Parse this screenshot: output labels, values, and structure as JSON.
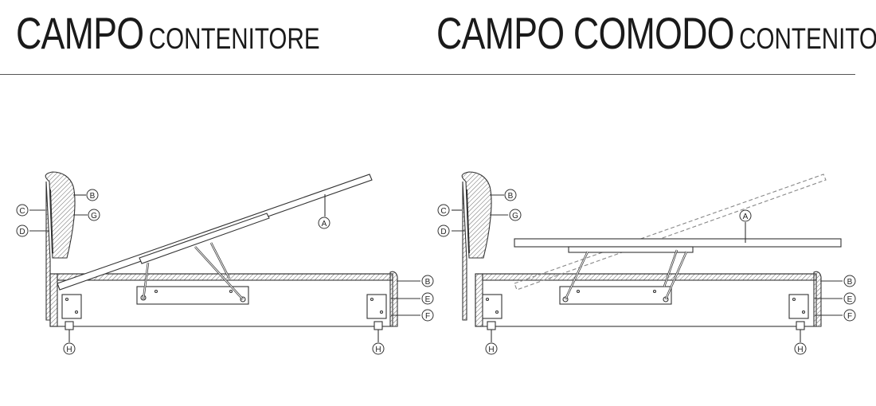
{
  "titles": {
    "left": {
      "main": "CAMPO",
      "sub": "CONTENITORE"
    },
    "right": {
      "main": "CAMPO COMODO",
      "sub": "CONTENITORE"
    }
  },
  "labels": {
    "a": "A",
    "b": "B",
    "c": "C",
    "d": "D",
    "e": "E",
    "f": "F",
    "g": "G",
    "h": "H"
  },
  "colors": {
    "line": "#333333",
    "hatch": "#666666"
  }
}
